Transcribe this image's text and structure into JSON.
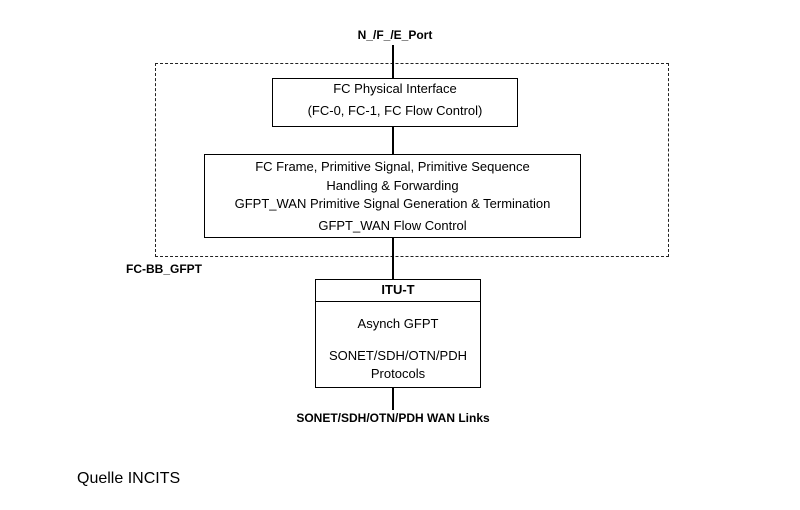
{
  "diagram": {
    "top_port_label": "N_/F_/E_Port",
    "group_label": "FC-BB_GFPT",
    "box_physical": {
      "line1": "FC Physical Interface",
      "line2": "(FC-0, FC-1, FC Flow Control)"
    },
    "box_frame": {
      "line1": "FC Frame, Primitive Signal, Primitive Sequence",
      "line2": "Handling & Forwarding",
      "line3": "GFPT_WAN Primitive Signal Generation & Termination",
      "line4": "GFPT_WAN Flow Control"
    },
    "box_itut": {
      "header": "ITU-T",
      "line1": "Asynch GFPT",
      "line2": "SONET/SDH/OTN/PDH",
      "line3": "Protocols"
    },
    "bottom_label": "SONET/SDH/OTN/PDH WAN Links"
  },
  "source": "Quelle INCITS"
}
